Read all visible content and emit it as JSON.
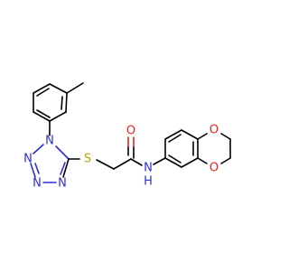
{
  "colors": {
    "bond": "#000000",
    "nitrogen": "#2e2ed9",
    "sulfur": "#b8a400",
    "oxygen": "#e8231c",
    "background": "#ffffff"
  },
  "atoms": [
    {
      "id": "n-tz1",
      "label": "N",
      "element": "nitrogen"
    },
    {
      "id": "n-tz2",
      "label": "N",
      "element": "nitrogen"
    },
    {
      "id": "n-tz3",
      "label": "N",
      "element": "nitrogen"
    },
    {
      "id": "n-tz4",
      "label": "N",
      "element": "nitrogen"
    },
    {
      "id": "s-thio",
      "label": "S",
      "element": "sulfur"
    },
    {
      "id": "o-carbonyl",
      "label": "O",
      "element": "oxygen"
    },
    {
      "id": "nh-amide",
      "label": "N",
      "element": "nitrogen"
    },
    {
      "id": "h-amide",
      "label": "H",
      "element": "nitrogen"
    },
    {
      "id": "o-dioxane-top",
      "label": "O",
      "element": "oxygen"
    },
    {
      "id": "o-dioxane-bottom",
      "label": "O",
      "element": "oxygen"
    }
  ]
}
